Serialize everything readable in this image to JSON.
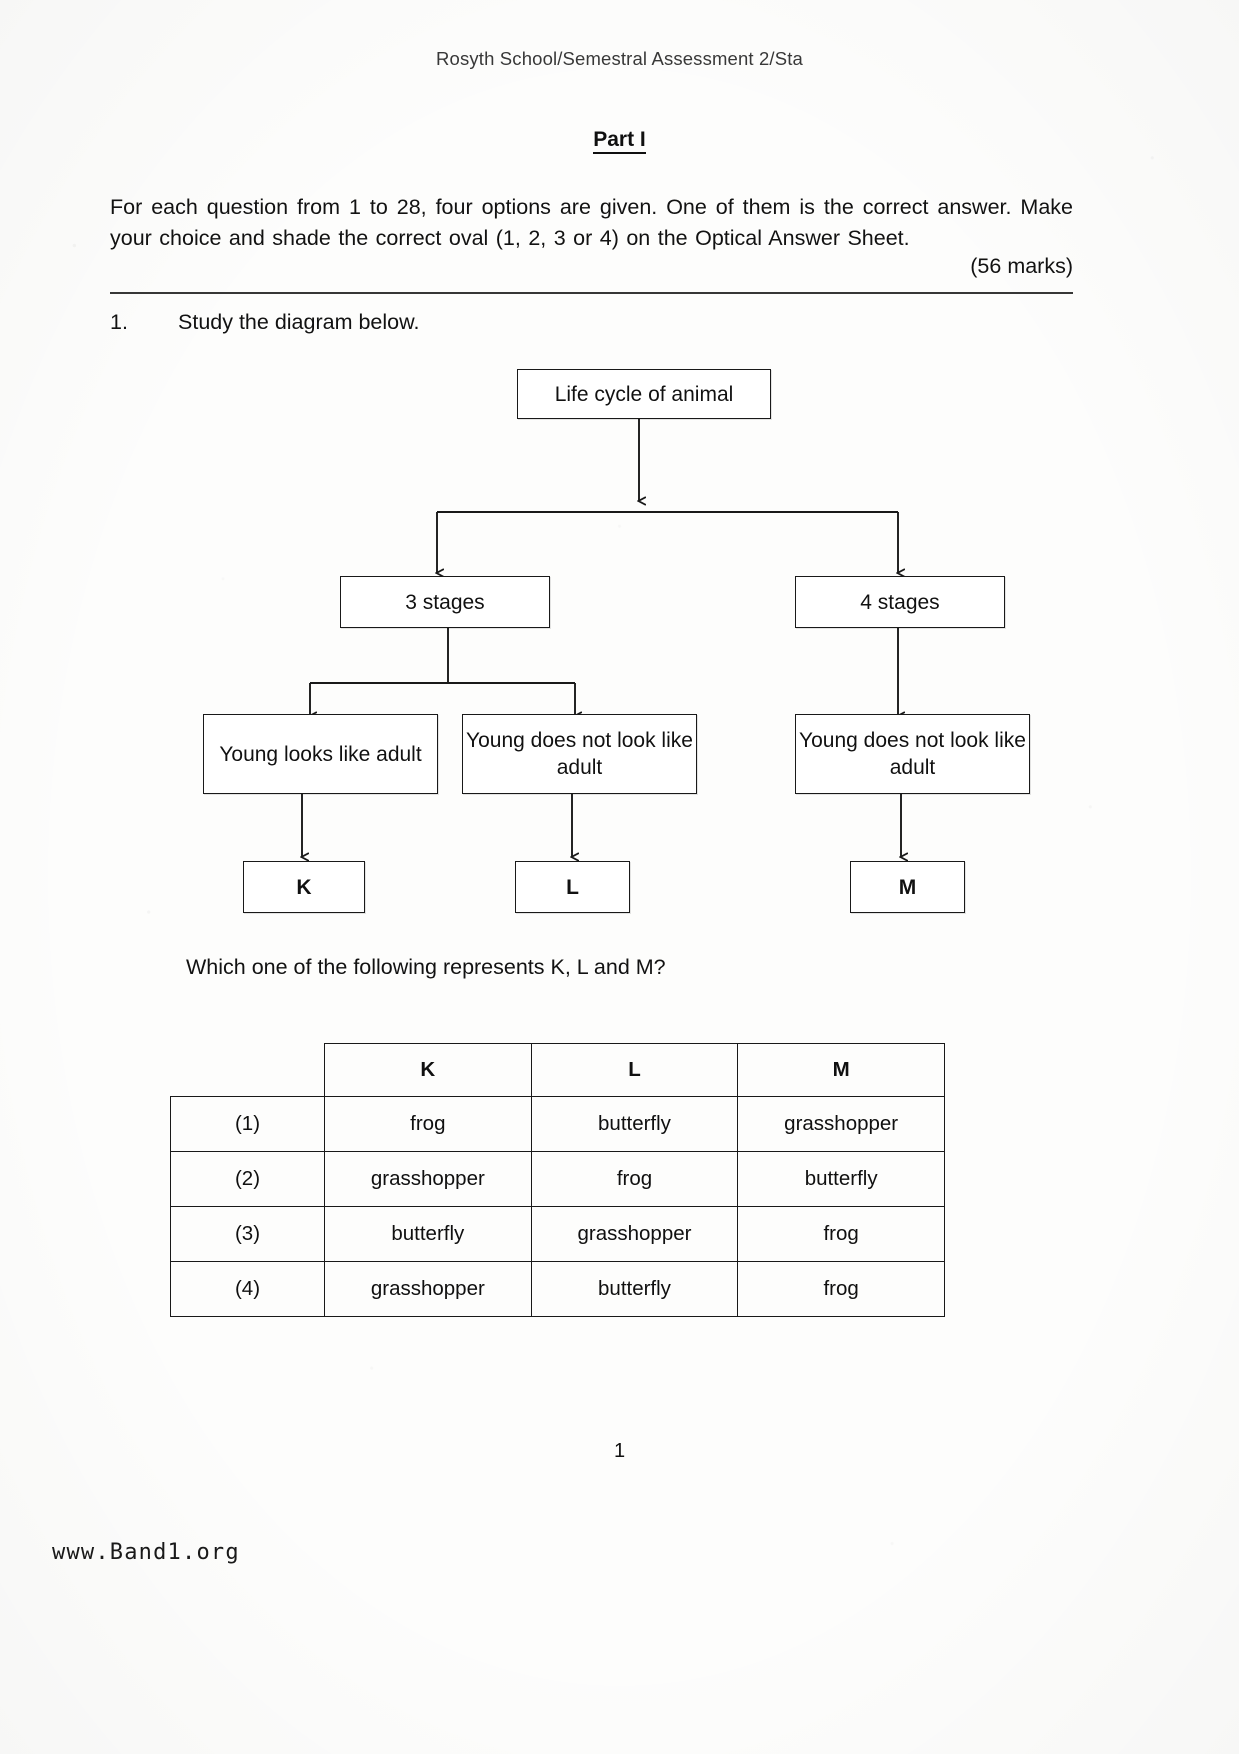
{
  "header": {
    "running_head": "Rosyth School/Semestral Assessment 2/Sta"
  },
  "part": {
    "title": "Part I"
  },
  "instructions": {
    "text": "For each question from 1 to 28, four options are given. One of them is the correct answer. Make your choice and shade the correct oval (1, 2, 3 or 4) on the Optical Answer Sheet.",
    "marks": "(56 marks)"
  },
  "question": {
    "number": "1.",
    "stem": "Study the diagram below.",
    "followup": "Which one of the following represents K, L and M?"
  },
  "diagram": {
    "root": "Life cycle of animal",
    "branch_left": "3 stages",
    "branch_right": "4 stages",
    "leaf_1": "Young looks like adult",
    "leaf_2": "Young does not look like adult",
    "leaf_3": "Young does not look like adult",
    "label_k": "K",
    "label_l": "L",
    "label_m": "M"
  },
  "answer_table": {
    "columns": [
      "",
      "K",
      "L",
      "M"
    ],
    "rows": [
      {
        "option": "(1)",
        "k": "frog",
        "l": "butterfly",
        "m": "grasshopper"
      },
      {
        "option": "(2)",
        "k": "grasshopper",
        "l": "frog",
        "m": "butterfly"
      },
      {
        "option": "(3)",
        "k": "butterfly",
        "l": "grasshopper",
        "m": "frog"
      },
      {
        "option": "(4)",
        "k": "grasshopper",
        "l": "butterfly",
        "m": "frog"
      }
    ]
  },
  "footer": {
    "page_number": "1",
    "watermark": "www.Band1.org"
  }
}
